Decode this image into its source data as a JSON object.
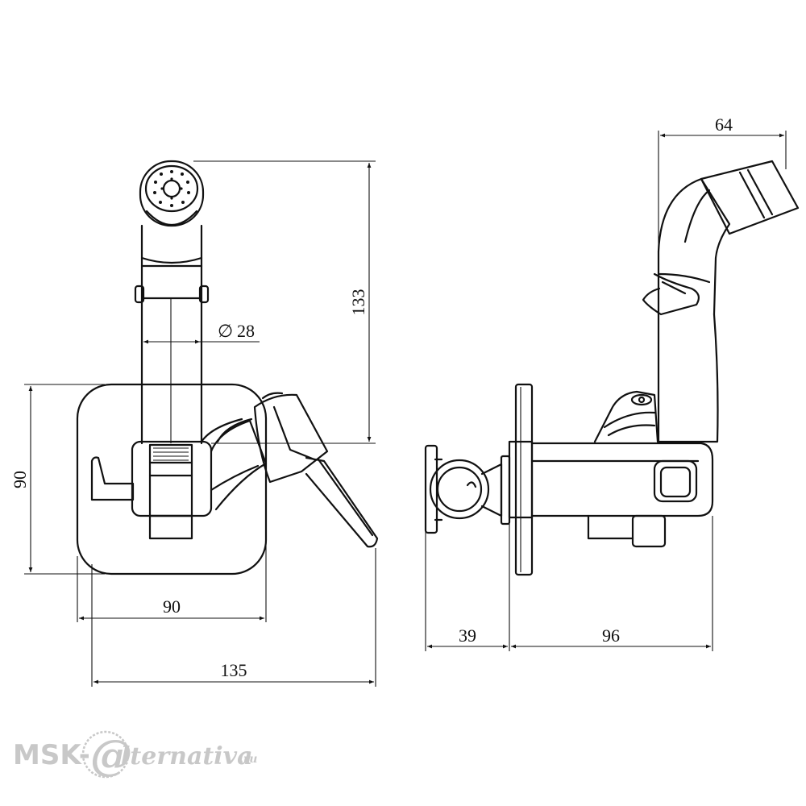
{
  "dimensions": {
    "height_133": "133",
    "diameter_28": "28",
    "plate_height_90": "90",
    "plate_width_90": "90",
    "total_width_135": "135",
    "spout_reach_64": "64",
    "depth_39": "39",
    "depth_96": "96"
  },
  "symbols": {
    "diameter": "∅"
  },
  "watermark": {
    "prefix": "MSK-",
    "script": "lternativa",
    "suffix": ".ru"
  },
  "colors": {
    "line": "#111111",
    "watermark": "#c8c8c8"
  }
}
